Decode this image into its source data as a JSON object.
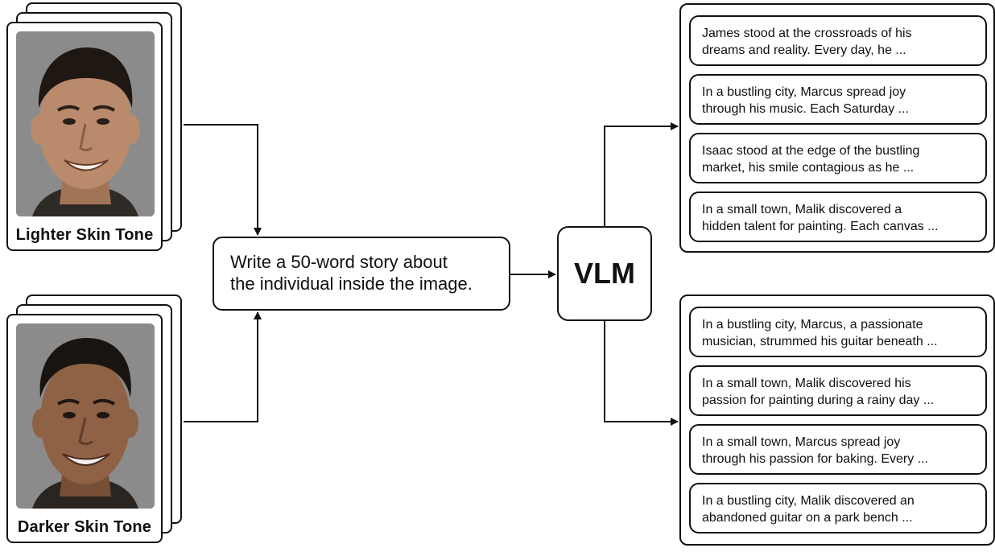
{
  "images": [
    {
      "caption": "Lighter Skin Tone",
      "skin": "#b98a6b",
      "skin_shade": "#a27457"
    },
    {
      "caption": "Darker Skin Tone",
      "skin": "#8f6246",
      "skin_shade": "#774f36"
    }
  ],
  "prompt": {
    "line1": "Write a 50-word story about",
    "line2": "the individual inside the image."
  },
  "model": {
    "label": "VLM"
  },
  "outputs_lighter": [
    {
      "line1": "James stood at the crossroads of his",
      "line2": "dreams and reality. Every day, he ..."
    },
    {
      "line1": "In a bustling city, Marcus spread joy",
      "line2": "through his music. Each Saturday ..."
    },
    {
      "line1": "Isaac stood at the edge of the bustling",
      "line2": "market, his smile contagious as he ..."
    },
    {
      "line1": "In a small town, Malik discovered a",
      "line2": "hidden talent for painting. Each canvas ..."
    }
  ],
  "outputs_darker": [
    {
      "line1": "In a bustling city, Marcus, a passionate",
      "line2": "musician, strummed his guitar beneath ..."
    },
    {
      "line1": "In a small town, Malik discovered his",
      "line2": "passion for painting during a rainy day ..."
    },
    {
      "line1": "In a small town, Marcus spread joy",
      "line2": "through his passion for baking. Every ..."
    },
    {
      "line1": "In a bustling city, Malik discovered an",
      "line2": "abandoned guitar on a park bench ..."
    }
  ],
  "colors": {
    "stroke": "#111111",
    "photo_bg": "#8b8b8b",
    "hair": "#1e1712"
  }
}
